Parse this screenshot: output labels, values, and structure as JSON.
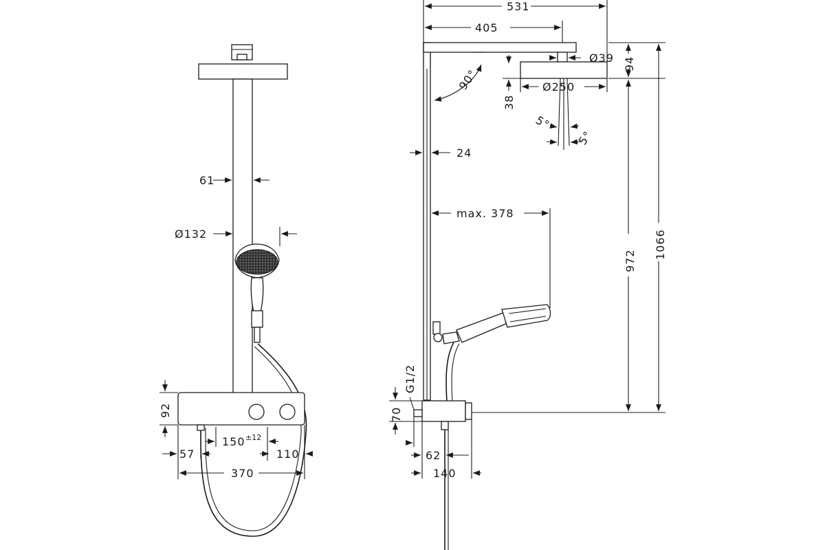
{
  "front_view": {
    "pipe_width": "61",
    "hand_shower_diameter": "Ø132",
    "thermostat_height": "92",
    "valve_spacing": "150",
    "valve_spacing_tolerance": "±12",
    "outlet_offset_left": "57",
    "outlet_offset_right": "110",
    "total_width": "370"
  },
  "side_view": {
    "total_projection": "531",
    "arm_projection": "405",
    "head_connector_diameter": "Ø39",
    "head_diameter": "Ø250",
    "head_thickness": "94",
    "head_offset": "38",
    "arm_angle": "90°",
    "tilt_angle_left": "5°",
    "tilt_angle_right": "5°",
    "pipe_width": "24",
    "hose_reach": "max. 378",
    "head_height": "972",
    "total_height": "1066",
    "thread": "G1/2",
    "wall_distance": "70",
    "outlet_offset": "62",
    "mixer_depth": "140"
  }
}
